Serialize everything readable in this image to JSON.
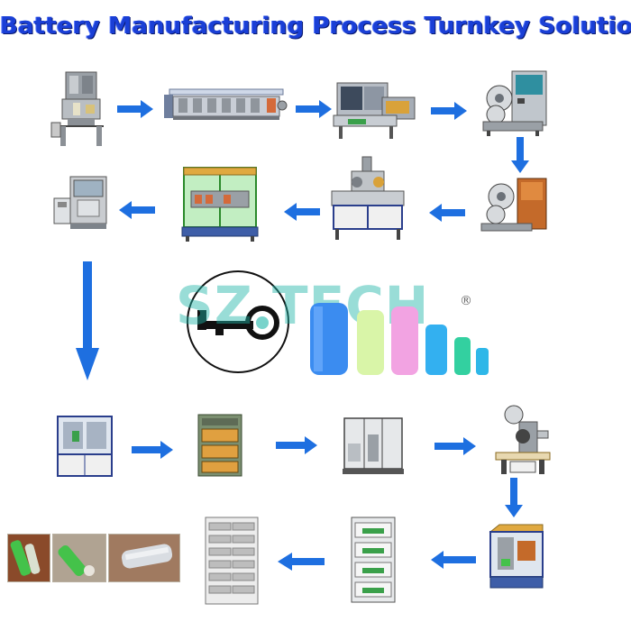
{
  "title": "Battery Manufacturing Process  Turnkey Solution",
  "brand": {
    "name": "SZ TECH",
    "registered_mark": "®"
  },
  "colors": {
    "title": "#1a3fd6",
    "arrow": "#1e6fe0",
    "accent_green": "#44c24a",
    "frame_blue": "#2a3e8c"
  },
  "flow": [
    "machine-1",
    "machine-2",
    "machine-3",
    "machine-4",
    "machine-5",
    "machine-6",
    "machine-7",
    "machine-8",
    "machine-9",
    "machine-10",
    "machine-11",
    "machine-12",
    "machine-13",
    "machine-14",
    "machine-15",
    "machine-16",
    "product-photos"
  ],
  "icons": [
    "arrow-right-icon",
    "arrow-left-icon",
    "arrow-down-icon",
    "key-logo-icon",
    "battery-cell-icon"
  ]
}
